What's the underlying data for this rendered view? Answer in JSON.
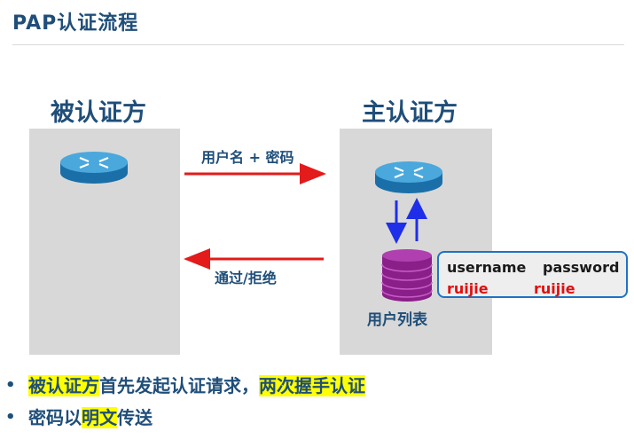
{
  "title": "PAP认证流程",
  "left_party": {
    "label": "被认证方"
  },
  "right_party": {
    "label": "主认证方"
  },
  "request_arrow": {
    "label": "用户名 + 密码",
    "color": "#e31b1b"
  },
  "response_arrow": {
    "label": "通过/拒绝",
    "color": "#e31b1b"
  },
  "internal_arrows": {
    "color": "#1f2ee8"
  },
  "router_icon": "router-icon",
  "database_icon": "database-icon",
  "user_table": {
    "columns": [
      "username",
      "password"
    ],
    "rows": [
      [
        "ruijie",
        "ruijie"
      ]
    ],
    "label": "用户列表"
  },
  "colors": {
    "title": "#1f4e79",
    "panel": "#d8d8d8",
    "callout_border": "#1f72c4",
    "value_text": "#e01010",
    "highlight": "#ffff00",
    "database": "#8a1f8a"
  },
  "bullets": [
    {
      "segments": [
        {
          "text": "被认证方",
          "highlight": true
        },
        {
          "text": "首先发起认证请求，",
          "highlight": false
        },
        {
          "text": "两次握手认证",
          "highlight": true
        }
      ]
    },
    {
      "segments": [
        {
          "text": "密码以",
          "highlight": false
        },
        {
          "text": "明文",
          "highlight": true
        },
        {
          "text": "传送",
          "highlight": false
        }
      ]
    }
  ]
}
